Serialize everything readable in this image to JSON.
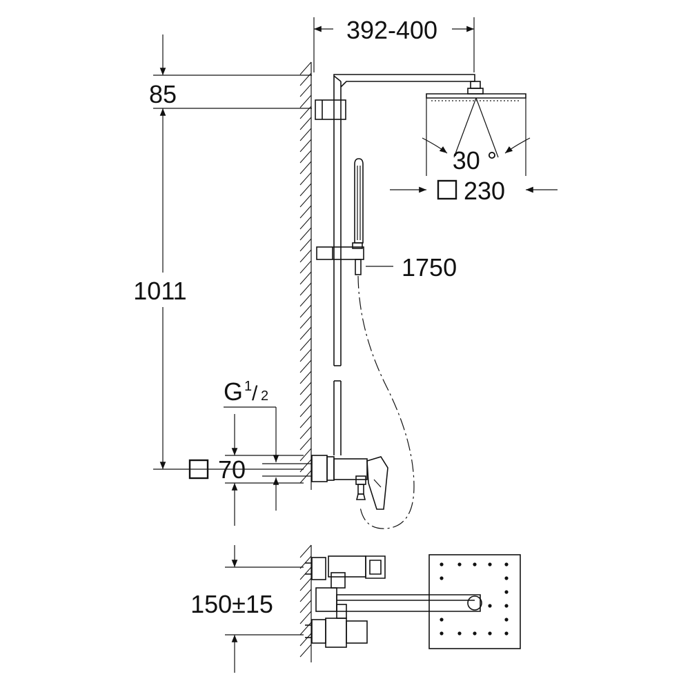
{
  "diagram": {
    "labels": {
      "dim_width_top": "392-400",
      "dim_top_offset": "85",
      "dim_height": "1011",
      "dim_angle": "30 °",
      "dim_head_size": "230",
      "dim_hose_length": "1750",
      "thread_prefix": "G",
      "thread_numerator": "1",
      "thread_slash": "/",
      "thread_denominator": "2",
      "dim_body_size": "70",
      "dim_spacing": "150±15"
    },
    "line_color": "#111111",
    "background": "#ffffff"
  }
}
